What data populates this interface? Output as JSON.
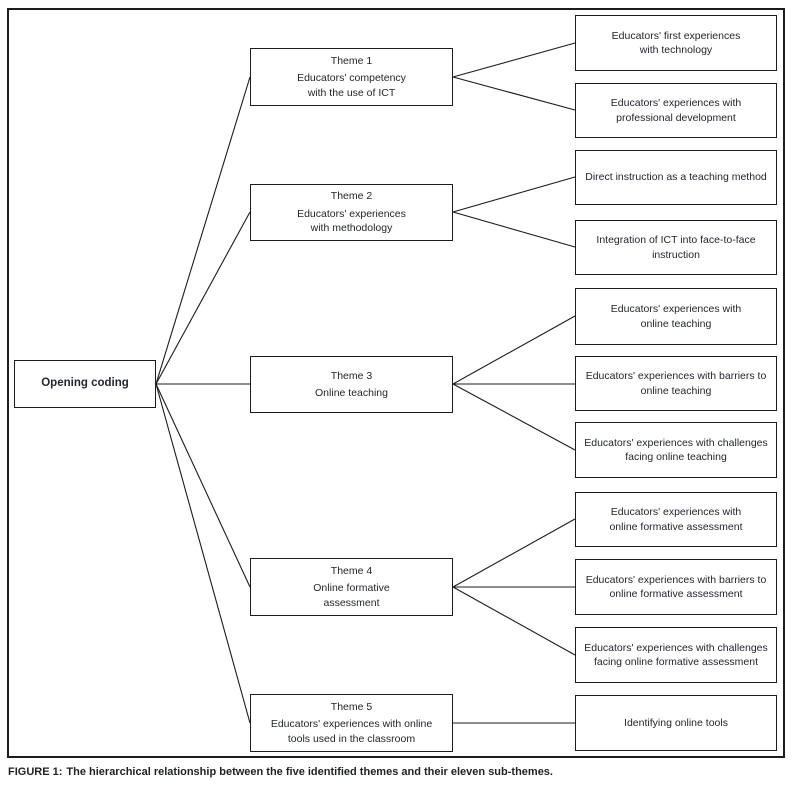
{
  "figure": {
    "root_label": "Opening coding",
    "themes": [
      {
        "title": "Theme 1",
        "subtitle": "Educators' competency with the use of ICT",
        "subthemes": [
          "Educators' first experiences with technology",
          "Educators' experiences with professional development"
        ]
      },
      {
        "title": "Theme 2",
        "subtitle": "Educators' experiences with methodology",
        "subthemes": [
          "Direct instruction as a teaching method",
          "Integration of ICT into face-to-face instruction"
        ]
      },
      {
        "title": "Theme 3",
        "subtitle": "Online teaching",
        "subthemes": [
          "Educators' experiences with online teaching",
          "Educators' experiences with barriers to online teaching",
          "Educators' experiences with challenges facing online teaching"
        ]
      },
      {
        "title": "Theme 4",
        "subtitle": "Online formative assessment",
        "subthemes": [
          "Educators' experiences with online formative assessment",
          "Educators' experiences with barriers to online formative assessment",
          "Educators' experiences with challenges facing online formative assessment"
        ]
      },
      {
        "title": "Theme 5",
        "subtitle": "Educators' experiences with online tools used in the classroom",
        "subthemes": [
          "Identifying online tools"
        ]
      }
    ],
    "caption_prefix": "FIGURE 1:",
    "caption_text": "The hierarchical relationship between the five identified themes and their eleven sub-themes."
  }
}
